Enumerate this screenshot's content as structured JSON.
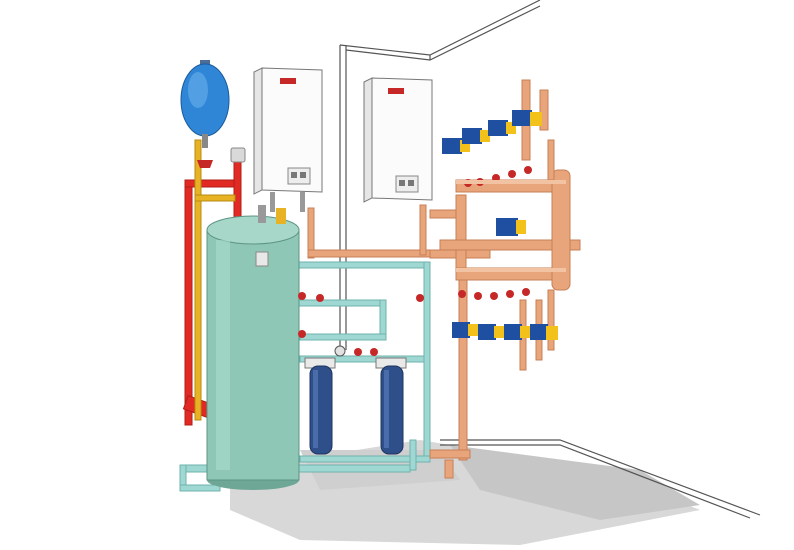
{
  "scene": {
    "boiler_badge": "",
    "colors": {
      "background": "#ffffff",
      "copper": "#e8a47a",
      "copper_dark": "#c97f57",
      "pvc": "#9fd7d2",
      "pvc_dark": "#6fb3ad",
      "hot_red": "#e02a23",
      "gas_yellow": "#e7b223",
      "tank": "#8fc7b6",
      "tank_dark": "#6ea796",
      "filter_blue": "#2e4f8a",
      "expansion_blue": "#2f86d6",
      "pump_blue": "#1f4fa0",
      "pump_yellow": "#f2c21a",
      "valve_red": "#c62828",
      "boiler_white": "#fbfbfb",
      "shadow": "#c9c9c9"
    },
    "components": [
      "expansion-tank",
      "air-vent",
      "boiler-left",
      "boiler-right",
      "storage-tank",
      "sediment-filter-left",
      "sediment-filter-right",
      "manifold-supply",
      "manifold-return",
      "circulator-pumps",
      "zone-valves"
    ]
  }
}
